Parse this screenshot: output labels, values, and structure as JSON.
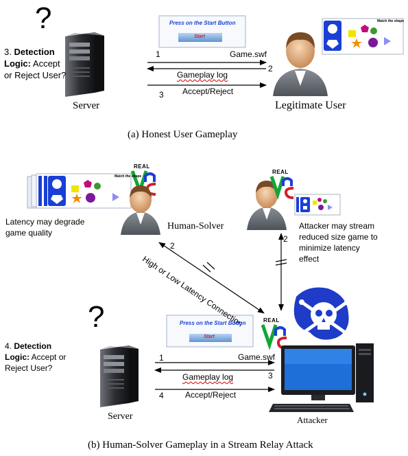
{
  "panel_a": {
    "question_mark": "?",
    "detection": {
      "number": "3.",
      "bold": "Detection",
      "line2_bold": "Logic:",
      "line2_rest": " Accept",
      "line3": "or Reject User?"
    },
    "server_label": "Server",
    "user_label": "Legitimate User",
    "game_prompt": "Press on the Start Button",
    "game_start": "Start",
    "match_shape": "Match the shape",
    "steps": [
      {
        "num": "1",
        "text": "Game.swf"
      },
      {
        "num": "2",
        "text": "Gameplay log"
      },
      {
        "num": "3",
        "text": "Accept/Reject"
      }
    ],
    "caption": "(a) Honest User Gameplay"
  },
  "panel_b": {
    "vnc_text": "REAL",
    "match_shape": "Match the shape",
    "latency_note": [
      "Latency may degrade",
      "game quality"
    ],
    "human_solver_label": "Human-Solver",
    "attacker_note": [
      "Attacker may stream",
      "reduced size game to",
      "minimize latency",
      "effect"
    ],
    "num_left": "2",
    "num_right": "2",
    "connection_label": "High or Low Latency Connection",
    "question_mark": "?",
    "detection": {
      "line1_rest": "4. ",
      "bold": "Detection",
      "line2_bold": "Logic:",
      "line2_rest": " Accept or",
      "line3": "Reject User?"
    },
    "game_prompt": "Press on the Start Button",
    "game_start": "Start",
    "steps": [
      {
        "num": "1",
        "text": "Game.swf"
      },
      {
        "num": "3",
        "text": "Gameplay log"
      },
      {
        "num": "4",
        "text": "Accept/Reject"
      }
    ],
    "server_label": "Server",
    "attacker_label": "Attacker",
    "caption": "(b) Human-Solver Gameplay in a Stream Relay Attack"
  },
  "colors": {
    "accent_blue": "#1a3fd6",
    "vnc_green": "#13a635",
    "vnc_red": "#d0202a",
    "skull_blue": "#1e3cc8"
  }
}
